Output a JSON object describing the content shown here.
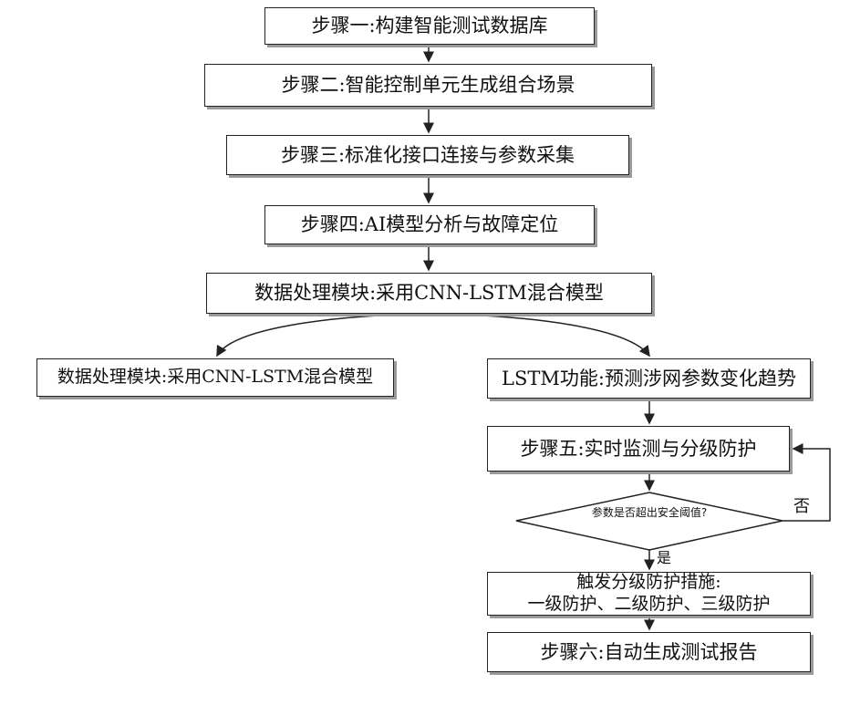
{
  "nodes": {
    "step1": "步骤一:构建智能测试数据库",
    "step2": "步骤二:智能控制单元生成组合场景",
    "step3": "步骤三:标准化接口连接与参数采集",
    "step4": "步骤四:AI模型分析与故障定位",
    "data_module": "数据处理模块:采用CNN-LSTM混合模型",
    "left_branch": "数据处理模块:采用CNN-LSTM混合模型",
    "lstm": "LSTM功能:预测涉网参数变化趋势",
    "step5": "步骤五:实时监测与分级防护",
    "decision": "参数是否超出安全阈值?",
    "trigger_line1": "触发分级防护措施:",
    "trigger_line2": "一级防护、二级防护、三级防护",
    "step6": "步骤六:自动生成测试报告"
  },
  "edge_labels": {
    "no": "否",
    "yes": "是"
  }
}
